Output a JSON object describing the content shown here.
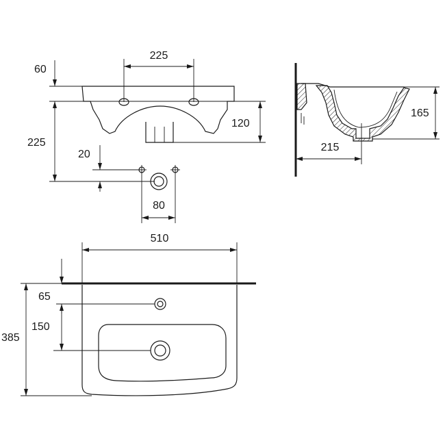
{
  "dimensions": {
    "top_hole_spacing": "225",
    "top_rim_height": "60",
    "top_bowl_depth": "120",
    "top_total_height": "225",
    "drain_offset": "20",
    "bolt_spacing": "80",
    "width": "510",
    "back_to_tap": "65",
    "tap_to_drain": "150",
    "depth": "385",
    "section_height": "165",
    "section_drain_distance": "215"
  },
  "colors": {
    "ink": "#1a1a1a",
    "paper": "#ffffff"
  }
}
